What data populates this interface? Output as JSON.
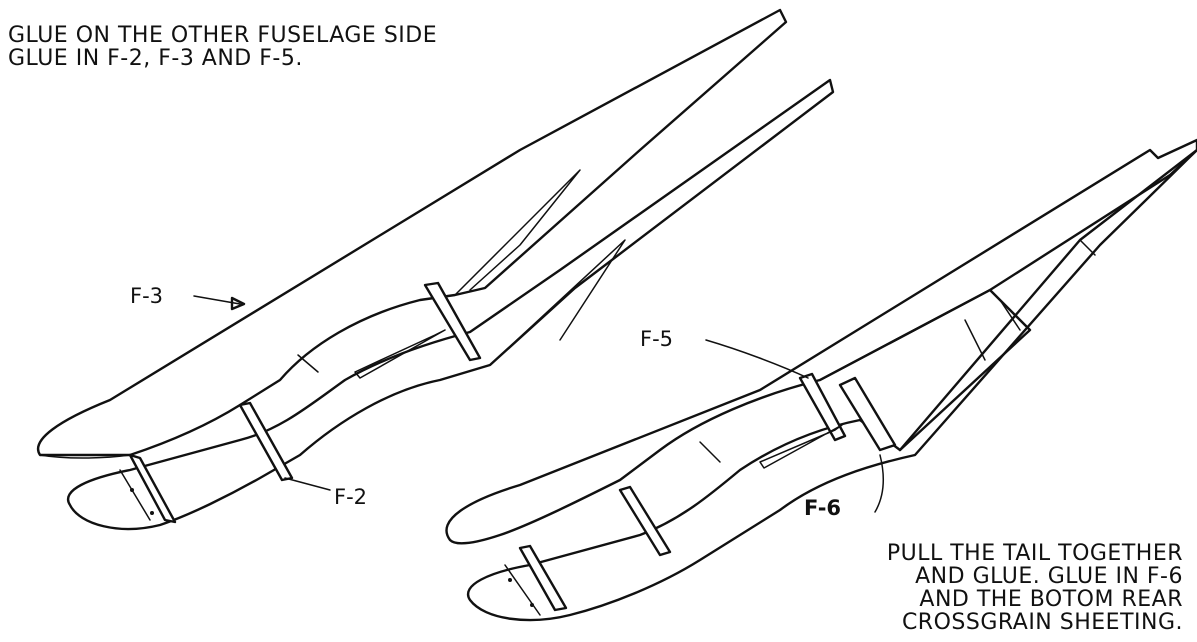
{
  "instructions": {
    "top": [
      "GLUE ON THE OTHER FUSELAGE SIDE",
      "GLUE IN F-2, F-3 AND F-5."
    ],
    "bottom": [
      "PULL THE TAIL TOGETHER",
      "AND GLUE. GLUE IN F-6",
      "AND THE BOTOM REAR",
      "CROSSGRAIN SHEETING."
    ]
  },
  "labels": {
    "f3": "F-3",
    "f2": "F-2",
    "f5": "F-5",
    "f6": "F-6"
  }
}
